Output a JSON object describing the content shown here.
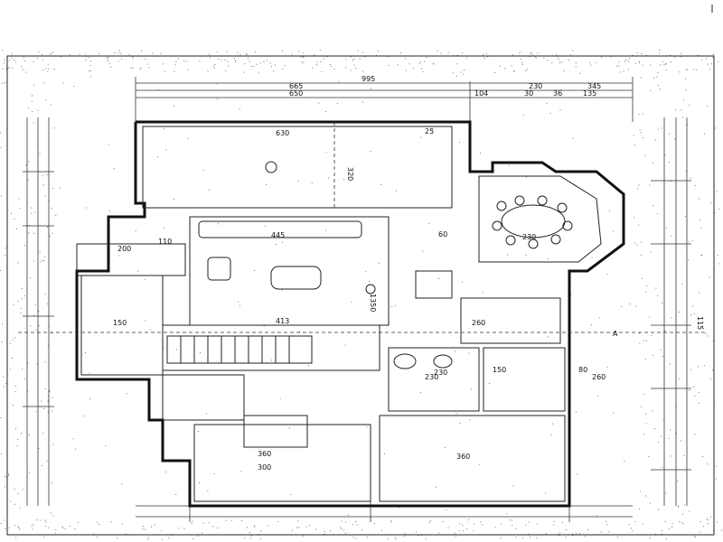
{
  "plan": {
    "top_dims": [
      "995",
      "665",
      "650",
      "230",
      "345",
      "104",
      "30",
      "36",
      "135"
    ],
    "room_labels": {
      "garage": "630",
      "garage_side": "320",
      "living": "445",
      "hall": "413",
      "dining": "230",
      "wc": "230",
      "bath": "150",
      "bedroom": "360",
      "bedroom2": "360",
      "utility": "260"
    },
    "misc_labels": [
      "200",
      "110",
      "150",
      "260",
      "230",
      "300",
      "25",
      "80",
      "60",
      "115",
      "1350"
    ],
    "marker": "A"
  }
}
